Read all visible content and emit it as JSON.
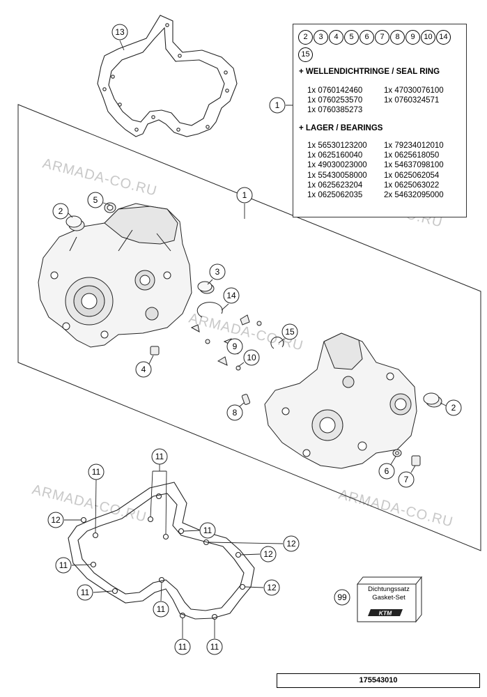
{
  "watermark": "ARMADA-CO.RU",
  "legend": {
    "circles": [
      "2",
      "3",
      "4",
      "5",
      "6",
      "7",
      "8",
      "9",
      "10",
      "14",
      "15"
    ],
    "section_seal": {
      "heading": "+ WELLENDICHTRINGE / SEAL RING",
      "rows": [
        [
          "1x 0760142460",
          "1x 47030076100"
        ],
        [
          "1x 0760253570",
          "1x 0760324571"
        ],
        [
          "1x 0760385273",
          ""
        ]
      ]
    },
    "section_bearing": {
      "heading": "+ LAGER / BEARINGS",
      "rows": [
        [
          "1x 56530123200",
          "1x 79234012010"
        ],
        [
          "1x 0625160040",
          "1x 0625618050"
        ],
        [
          "1x 49030023000",
          "1x 54637098100"
        ],
        [
          "1x 55430058000",
          "1x 0625062054"
        ],
        [
          "1x 0625623204",
          "1x 0625063022"
        ],
        [
          "1x 0625062035",
          "2x 54632095000"
        ]
      ]
    }
  },
  "callouts": {
    "c13": "13",
    "c1a": "1",
    "c1b": "1",
    "c5": "5",
    "c2a": "2",
    "c3": "3",
    "c14": "14",
    "c15": "15",
    "c9": "9",
    "c10": "10",
    "c4": "4",
    "c8": "8",
    "c2b": "2",
    "c6": "6",
    "c7": "7",
    "c11a": "11",
    "c11b": "11",
    "c12a": "12",
    "c11c": "11",
    "c12b": "12",
    "c12c": "12",
    "c11d": "11",
    "c11e": "11",
    "c12d": "12",
    "c11f": "11",
    "c11g": "11",
    "c11h": "11",
    "c99": "99"
  },
  "gasket_set": {
    "line1": "Dichtungssatz",
    "line2": "Gasket-Set",
    "logo": "KTM"
  },
  "footer": {
    "part_number": "175543010"
  }
}
